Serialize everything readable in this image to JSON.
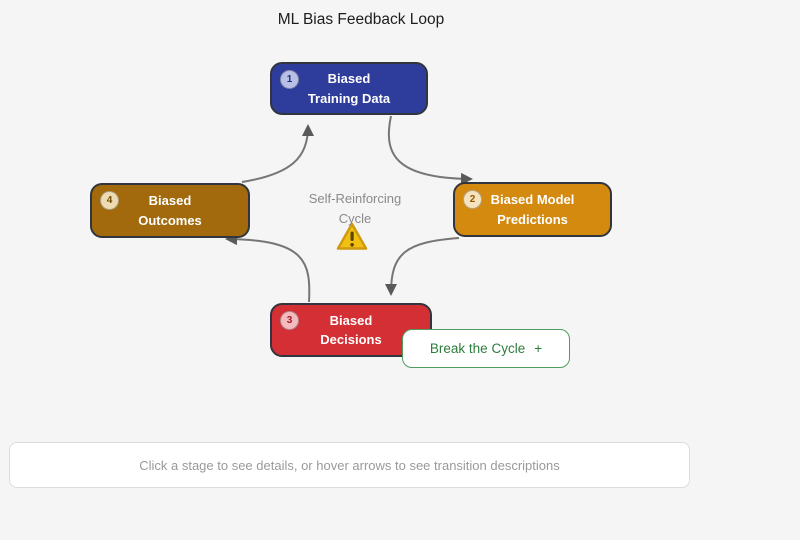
{
  "title": "ML Bias Feedback Loop",
  "diagram": {
    "stages": [
      {
        "number": "1",
        "lines": [
          "Biased",
          "Training Data"
        ],
        "color": "#2e3d9c"
      },
      {
        "number": "2",
        "lines": [
          "Biased Model",
          "Predictions"
        ],
        "color": "#d4890f"
      },
      {
        "number": "3",
        "lines": [
          "Biased",
          "Decisions"
        ],
        "color": "#d32f35"
      },
      {
        "number": "4",
        "lines": [
          "Biased",
          "Outcomes"
        ],
        "color": "#a26a0c"
      }
    ],
    "center_label": {
      "lines": [
        "Self-Reinforcing",
        "Cycle"
      ],
      "icon": "warning-triangle-icon"
    },
    "arrows": [
      {
        "name": "arrow-training-to-predictions"
      },
      {
        "name": "arrow-predictions-to-decisions"
      },
      {
        "name": "arrow-decisions-to-outcomes"
      },
      {
        "name": "arrow-outcomes-to-training"
      }
    ]
  },
  "break_button": {
    "label": "Break the Cycle",
    "plus_icon": "+"
  },
  "footer": {
    "hint": "Click a stage to see details, or hover arrows to see transition descriptions"
  },
  "colors": {
    "background": "#f5f5f6",
    "arrow": "#767676",
    "arrowhead": "#5a5a5a",
    "button_green": "#2d7d3d",
    "warning_fill": "#f2c013",
    "warning_border": "#cf9a0d",
    "stage_border": "#31353d"
  }
}
